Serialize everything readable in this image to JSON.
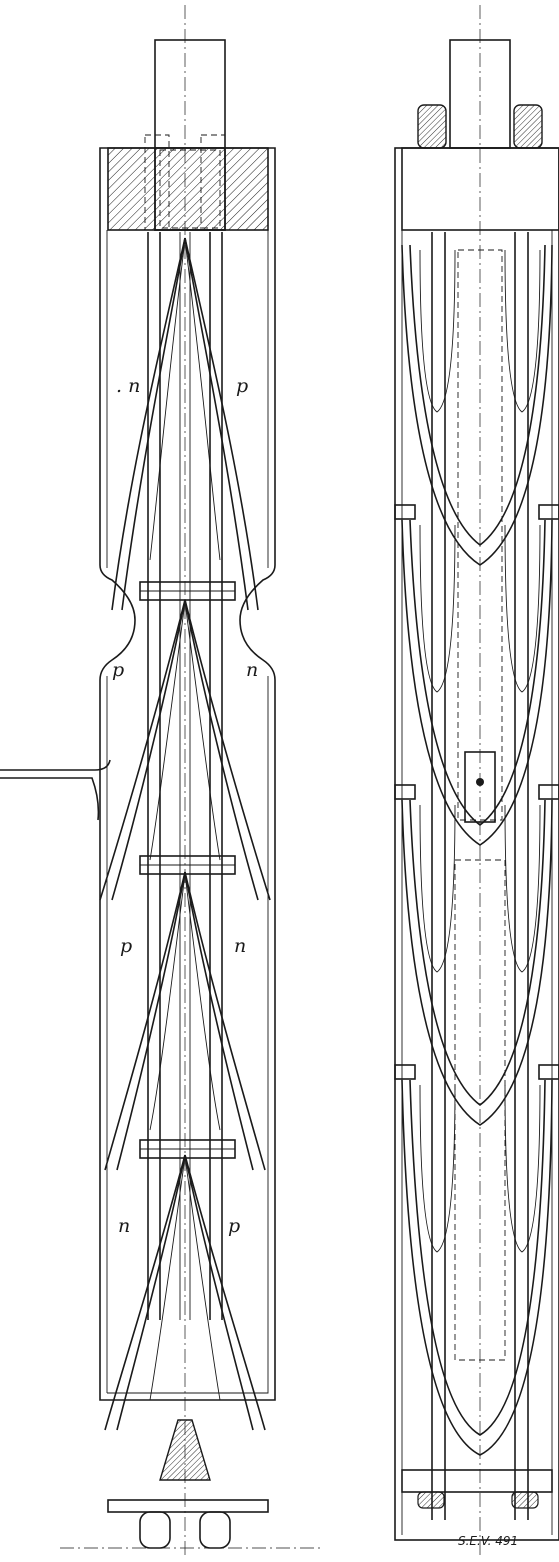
{
  "labels": {
    "n_upper": ". n",
    "p_upper": "p",
    "p_mid_left": "p",
    "n_mid_right": "n",
    "p_lower_left": "p",
    "n_lower_right": "n",
    "n_bottom_left": "n",
    "p_bottom_right": "p"
  },
  "reference": "S.E.V. 491",
  "colors": {
    "ink": "#1a1a1a",
    "paper": "#ffffff",
    "hatch": "#1a1a1a"
  }
}
